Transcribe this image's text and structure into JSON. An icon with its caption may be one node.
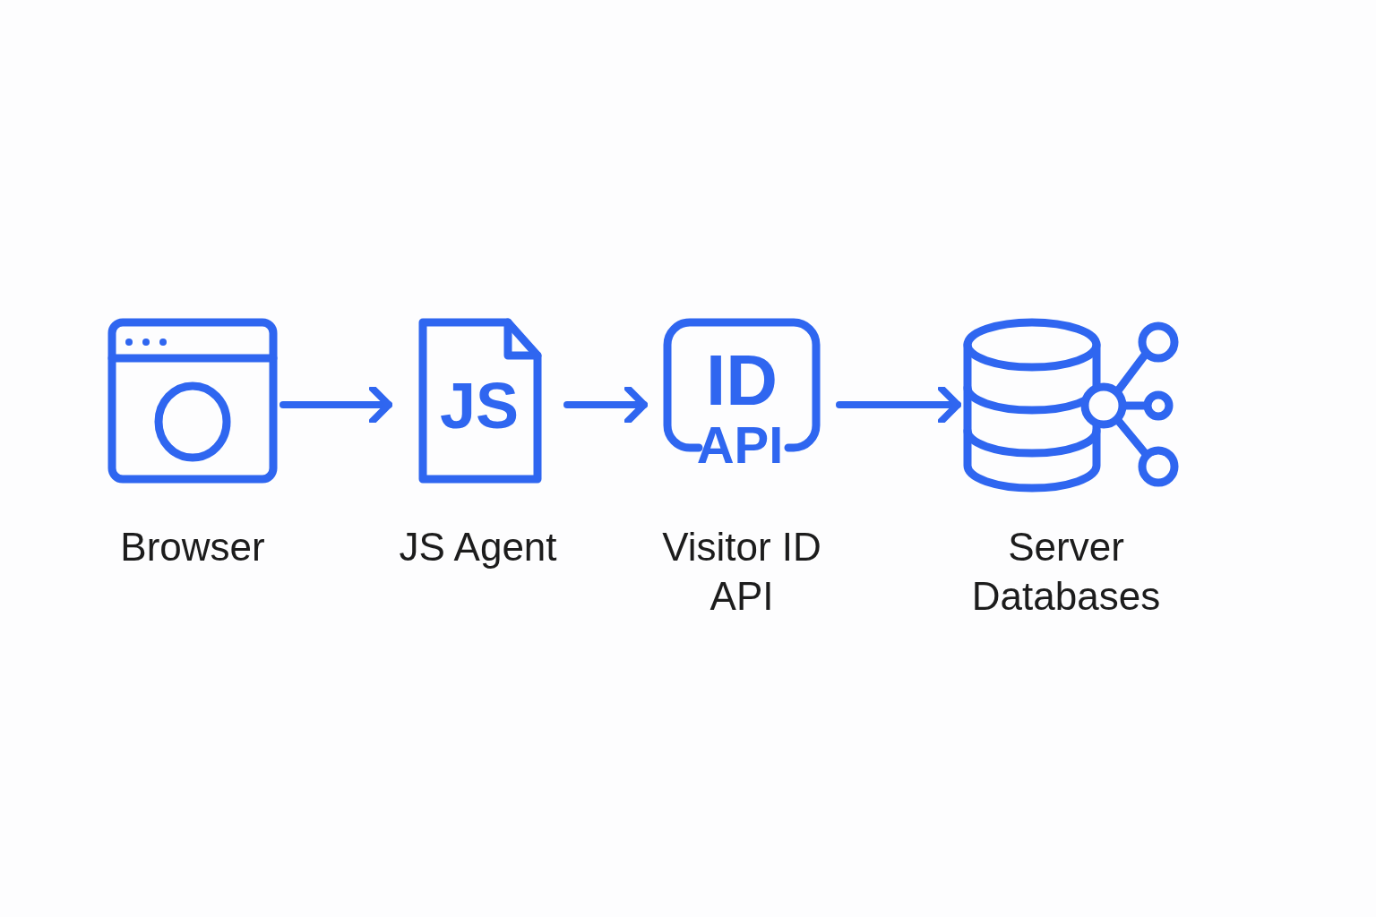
{
  "diagram": {
    "nodes": [
      {
        "text": [
          "Browser"
        ]
      },
      {
        "text": [
          "JS",
          "JS Agent"
        ]
      },
      {
        "text": [
          "ID",
          "API",
          "Visitor ID API"
        ]
      },
      {
        "text": [
          "Server Databases"
        ]
      }
    ],
    "edges": [
      {
        "from": 0,
        "to": 1,
        "arrow": "to"
      },
      {
        "from": 1,
        "to": 2,
        "arrow": "to"
      },
      {
        "from": 2,
        "to": 3,
        "arrow": "to"
      }
    ]
  }
}
